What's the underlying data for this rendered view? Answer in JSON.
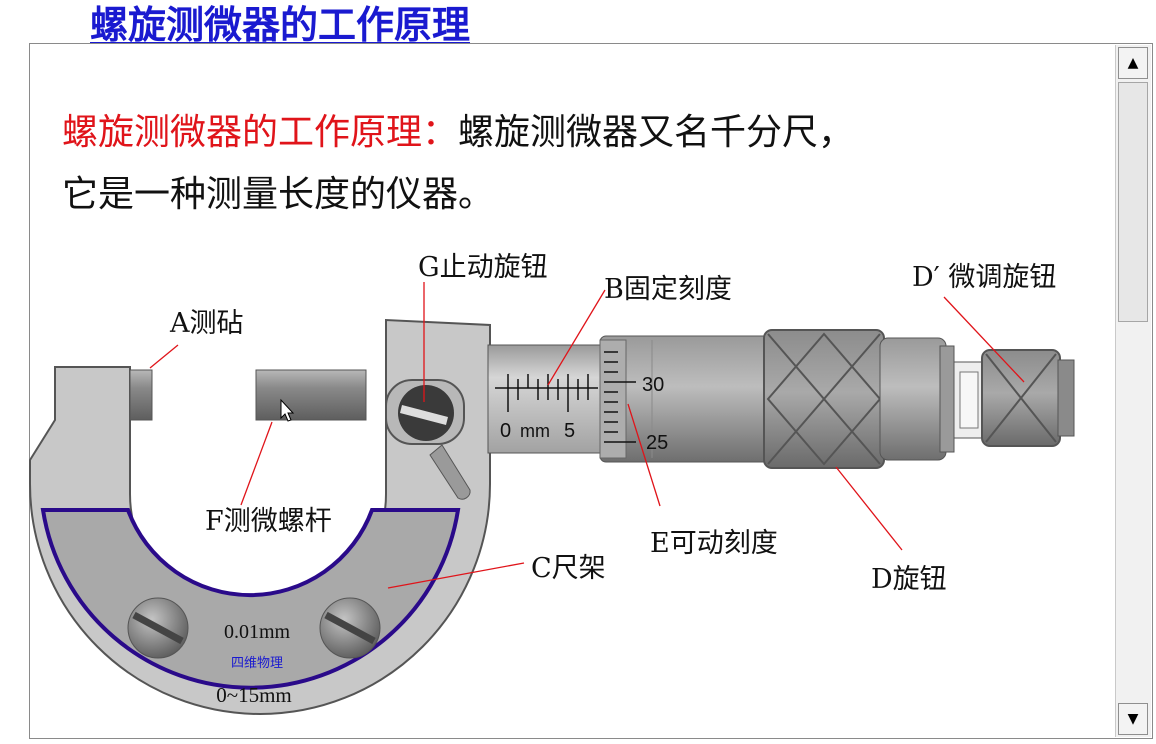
{
  "title": "螺旋测微器的工作原理",
  "intro": {
    "highlight": "螺旋测微器的工作原理：",
    "line1": "螺旋测微器又名千分尺，",
    "line2": "它是一种测量长度的仪器。"
  },
  "labels": {
    "A": "A测砧",
    "G": "G止动旋钮",
    "B": "B固定刻度",
    "D_prime": "D′ 微调旋钮",
    "F": "F测微螺杆",
    "E": "E可动刻度",
    "C": "C尺架",
    "D": "D旋钮"
  },
  "scale": {
    "fixed_zero": "0",
    "fixed_unit": "mm",
    "fixed_five": "5",
    "thimble_upper": "30",
    "thimble_lower": "25"
  },
  "frame_text": {
    "precision": "0.01mm",
    "brand": "四维物理",
    "range": "0~15mm"
  },
  "colors": {
    "title": "#1a1ad0",
    "highlight": "#e0141a",
    "leader": "#e0141a",
    "frame_outline": "#2a0a8a",
    "brand": "#1a1ad0"
  },
  "icons": {
    "scroll_up": "triangle-up-icon",
    "scroll_down": "triangle-down-icon",
    "cursor": "mouse-pointer-icon"
  }
}
